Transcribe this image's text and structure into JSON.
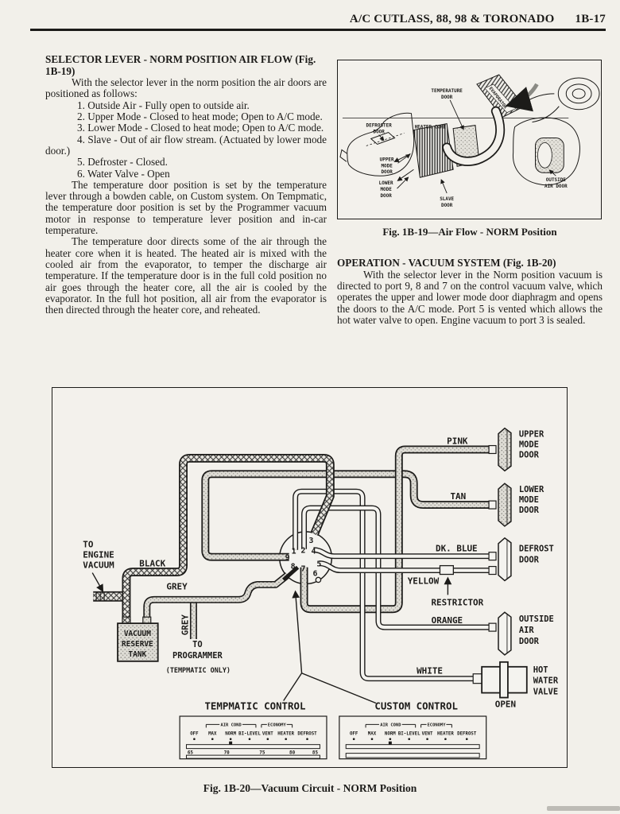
{
  "page": {
    "header_title": "A/C CUTLASS, 88, 98 & TORONADO",
    "header_page": "1B-17"
  },
  "left_column": {
    "heading": "SELECTOR LEVER - NORM POSITION AIR FLOW (Fig. 1B-19)",
    "intro": "With the selector lever in the norm position the air doors are positioned as follows:",
    "list": [
      "1. Outside Air - Fully open to outside air.",
      "2. Upper Mode - Closed to heat mode; Open to A/C mode.",
      "3. Lower Mode - Closed to heat mode; Open to A/C mode.",
      "4. Slave - Out of air flow stream. (Actuated by lower mode door.)",
      "5. Defroster - Closed.",
      "6. Water Valve - Open"
    ],
    "para1": "The temperature door position is set by the temperature lever through a bowden cable, on Custom system. On Tempmatic, the temperature door position is set by the Programmer vacuum motor in response to temperature lever position and in-car temperature.",
    "para2": "The temperature door directs some of the air through the heater core when it is heated. The heated air is mixed with the cooled air from the evaporator, to temper the discharge air temperature. If the temperature door is in the full cold position no air goes through the heater core, all the air is cooled by the evaporator. In the full hot position, all air from the evaporator is then directed through the heater core, and reheated."
  },
  "right_column": {
    "heading": "OPERATION - VACUUM SYSTEM (Fig. 1B-20)",
    "para": "With the selector lever in the Norm position vacuum is directed to port 9, 8 and 7 on the control vacuum valve, which operates the upper and lower mode door diaphragm and opens the doors to the A/C mode. Port 5 is vented which allows the hot water valve to open. Engine vacuum to port 3 is sealed."
  },
  "fig19": {
    "caption": "Fig. 1B-19—Air Flow - NORM Position",
    "labels": {
      "temperature_door": [
        "TEMPERATURE",
        "DOOR"
      ],
      "evaporator": "EVAPORATOR",
      "defroster_door": [
        "DEFROSTER",
        "DOOR"
      ],
      "heater_core": "HEATER CORE",
      "upper_mode_door": [
        "UPPER",
        "MODE",
        "DOOR"
      ],
      "lower_mode_door": [
        "LOWER",
        "MODE",
        "DOOR"
      ],
      "slave_door": [
        "SLAVE",
        "DOOR"
      ],
      "outside_air_door": [
        "OUTSIDE",
        "AIR DOOR"
      ]
    }
  },
  "fig20": {
    "caption": "Fig. 1B-20—Vacuum Circuit - NORM Position",
    "hoses": {
      "pink": "PINK",
      "tan": "TAN",
      "dk_blue": "DK. BLUE",
      "yellow": "YELLOW",
      "orange": "ORANGE",
      "white": "WHITE",
      "black": "BLACK",
      "grey": "GREY",
      "grey_vertical": "GREY"
    },
    "labels": {
      "to_engine_vacuum": [
        "TO",
        "ENGINE",
        "VACUUM"
      ],
      "tank": [
        "VACUUM",
        "RESERVE",
        "TANK"
      ],
      "to_programmer": [
        "TO",
        "PROGRAMMER"
      ],
      "tempmatic_only": "(TEMPMATIC ONLY)",
      "restrictor": "RESTRICTOR",
      "open": "OPEN",
      "tempmatic_control": "TEMPMATIC CONTROL",
      "custom_control": "CUSTOM CONTROL"
    },
    "ports": {
      "p1": "1",
      "p2": "2",
      "p3": "3",
      "p4": "4",
      "p5": "5",
      "p6": "6",
      "p7": "7",
      "p8": "8",
      "p9": "9"
    },
    "doors": {
      "upper": [
        "UPPER",
        "MODE",
        "DOOR"
      ],
      "lower": [
        "LOWER",
        "MODE",
        "DOOR"
      ],
      "defrost": [
        "DEFROST",
        "DOOR"
      ],
      "outside": [
        "OUTSIDE",
        "AIR",
        "DOOR"
      ],
      "hot_water": [
        "HOT",
        "WATER",
        "VALVE"
      ]
    },
    "panel": {
      "air_cond": "AIR COND",
      "economy": "ECONOMY",
      "modes": [
        "OFF",
        "MAX",
        "NORM",
        "BI-LEVEL",
        "VENT",
        "HEATER",
        "DEFROST"
      ],
      "temps": [
        "65",
        "70",
        "75",
        "80",
        "85"
      ]
    }
  }
}
